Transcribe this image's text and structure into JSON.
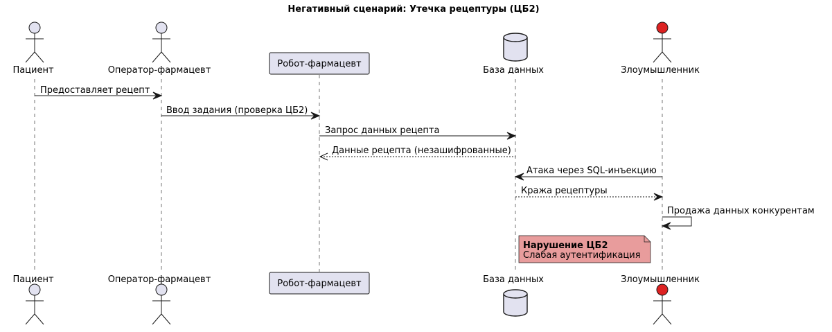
{
  "title": "Негативный сценарий: Утечка рецептуры (ЦБ2)",
  "participants": {
    "patient": "Пациент",
    "operator": "Оператор-фармацевт",
    "robot": "Робот-фармацевт",
    "database": "База данных",
    "attacker": "Злоумышленник"
  },
  "messages": [
    "Предоставляет рецепт",
    "Ввод задания (проверка ЦБ2)",
    "Запрос данных рецепта",
    "Данные рецепта (незашифрованные)",
    "Атака через SQL-инъекцию",
    "Кража рецептуры",
    "Продажа данных конкурентам"
  ],
  "note": {
    "heading": "Нарушение ЦБ2",
    "text": "Слабая аутентификация"
  },
  "colors": {
    "participant_fill": "#E2E2F0",
    "attacker_head": "#DD2222",
    "note_fill": "#E89C9C",
    "line": "#181818"
  }
}
